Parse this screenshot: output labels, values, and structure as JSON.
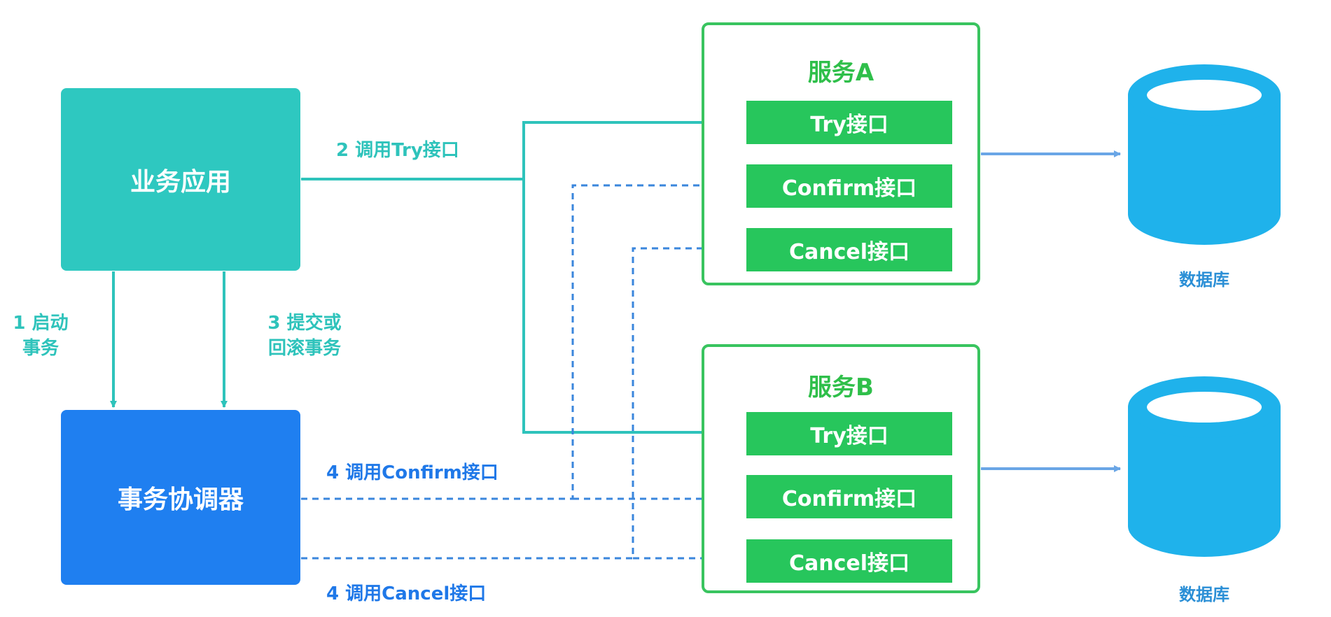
{
  "nodes": {
    "app": "业务应用",
    "coordinator": "事务协调器",
    "service_a": {
      "title": "服务A",
      "interfaces": [
        "Try接口",
        "Confirm接口",
        "Cancel接口"
      ]
    },
    "service_b": {
      "title": "服务B",
      "interfaces": [
        "Try接口",
        "Confirm接口",
        "Cancel接口"
      ]
    },
    "databases": [
      "数据库",
      "数据库"
    ]
  },
  "edge_labels": {
    "start": "1 启动\n事务",
    "try_call": "2 调用Try接口",
    "commit": "3 提交或\n回滚事务",
    "confirm_call": "4 调用Confirm接口",
    "cancel_call": "4 调用Cancel接口"
  },
  "colors": {
    "teal": "#2ec8c0",
    "coordinator_blue": "#1f7ff0",
    "service_green": "#39c45f",
    "interface_green": "#27c65c",
    "database_blue": "#1fb2eb",
    "dashed_blue": "#3a86dc",
    "db_arrow": "#6aa6e6"
  },
  "icons": {
    "database": "database-cylinder-icon"
  }
}
